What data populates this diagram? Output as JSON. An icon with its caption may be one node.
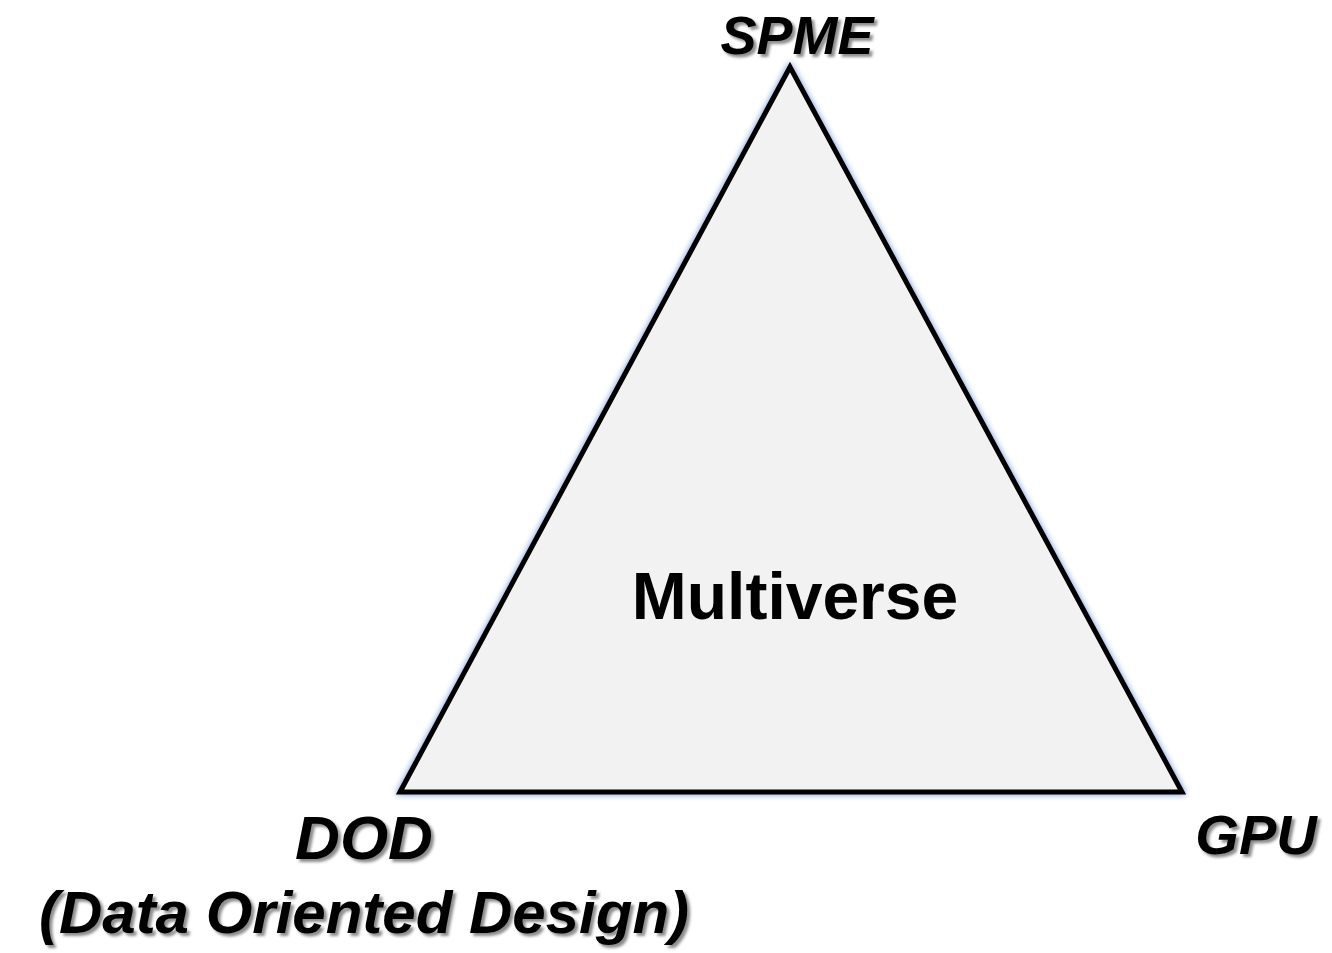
{
  "diagram": {
    "nodes": [
      {
        "text": [
          "Multiverse"
        ]
      }
    ],
    "labels": [
      "SPME",
      "DOD",
      "(Data Oriented Design)",
      "GPU"
    ]
  }
}
